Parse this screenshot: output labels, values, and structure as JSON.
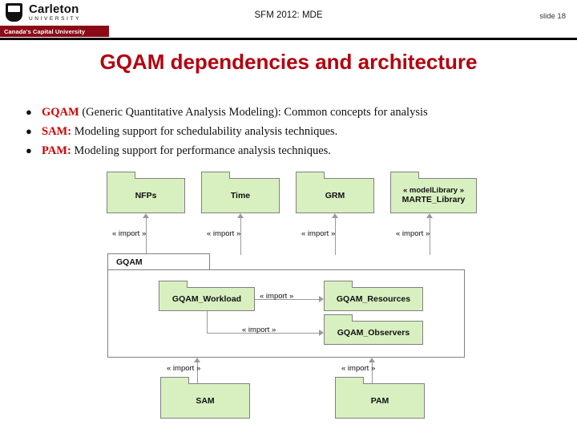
{
  "header": {
    "logo_name": "Carleton",
    "logo_sub": "UNIVERSITY",
    "logo_tagline": "Canada's Capital University",
    "title": "SFM 2012: MDE",
    "slide_label": "slide 18"
  },
  "slide": {
    "title": "GQAM dependencies and architecture"
  },
  "bullets": [
    {
      "marker": "●",
      "bold": "GQAM",
      "rest": " (Generic Quantitative Analysis Modeling): Common concepts for analysis"
    },
    {
      "marker": "●",
      "bold": "SAM:",
      "rest": " Modeling support for schedulability analysis techniques."
    },
    {
      "marker": "●",
      "bold": "PAM:",
      "rest": " Modeling support for performance analysis techniques."
    }
  ],
  "diagram": {
    "packages": {
      "nfps": "NFPs",
      "time": "Time",
      "grm": "GRM",
      "marte_stereo": "« modelLibrary »",
      "marte_name": "MARTE_Library",
      "gqam_frame": "GQAM",
      "gqam_workload": "GQAM_Workload",
      "gqam_resources": "GQAM_Resources",
      "gqam_observers": "GQAM_Observers",
      "sam": "SAM",
      "pam": "PAM"
    },
    "edge_label": "« import »",
    "edge_labels": [
      "« import »",
      "« import »",
      "« import »",
      "« import »",
      "« import »",
      "« import »",
      "« import »",
      "« import »"
    ]
  },
  "colors": {
    "title_red": "#b3000f",
    "bullet_red": "#cc0000",
    "package_green": "#d8f0c0",
    "carleton_maroon": "#8c0a16"
  }
}
